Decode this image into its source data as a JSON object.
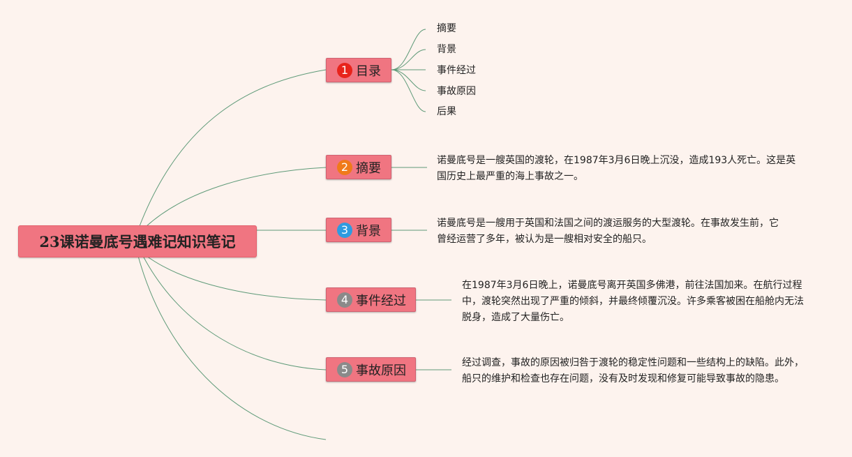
{
  "central_topic": "23课诺曼底号遇难记知识笔记",
  "branches": [
    {
      "number": "1",
      "label": "目录",
      "badge_color": "#e8231b",
      "children": [
        "摘要",
        "背景",
        "事件经过",
        "事故原因",
        "后果"
      ]
    },
    {
      "number": "2",
      "label": "摘要",
      "badge_color": "#f07a1a",
      "text_lines": [
        "诺曼底号是一艘英国的渡轮，在1987年3月6日晚上沉没，造成193人死亡。这是英",
        "国历史上最严重的海上事故之一。"
      ]
    },
    {
      "number": "3",
      "label": "背景",
      "badge_color": "#2f9be0",
      "text_lines": [
        "诺曼底号是一艘用于英国和法国之间的渡运服务的大型渡轮。在事故发生前，它",
        "曾经运营了多年，被认为是一艘相对安全的船只。"
      ]
    },
    {
      "number": "4",
      "label": "事件经过",
      "badge_color": "#8a8a8a",
      "text_lines": [
        "在1987年3月6日晚上，诺曼底号离开英国多佛港，前往法国加来。在航行过程",
        "中，渡轮突然出现了严重的倾斜，并最终倾覆沉没。许多乘客被困在船舱内无法",
        "脱身，造成了大量伤亡。"
      ]
    },
    {
      "number": "5",
      "label": "事故原因",
      "badge_color": "#8a8a8a",
      "text_lines": [
        "经过调查，事故的原因被归咎于渡轮的稳定性问题和一些结构上的缺陷。此外，",
        "船只的维护和检查也存在问题，没有及时发现和修复可能导致事故的隐患。"
      ]
    }
  ],
  "colors": {
    "background": "#fdf3ee",
    "node_fill": "#f07581",
    "connector": "#5e9a78"
  }
}
